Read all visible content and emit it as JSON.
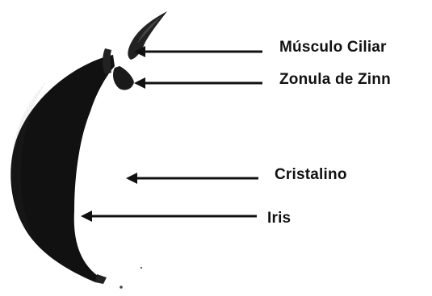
{
  "labels": {
    "musculo_ciliar": "Músculo Ciliar",
    "zonula_de_zinn": "Zonula de Zinn",
    "cristalino": "Cristalino",
    "iris": "Iris"
  },
  "colors": {
    "structure": "#111111",
    "background": "#ffffff",
    "arrow": "#111111",
    "text": "#111111"
  }
}
